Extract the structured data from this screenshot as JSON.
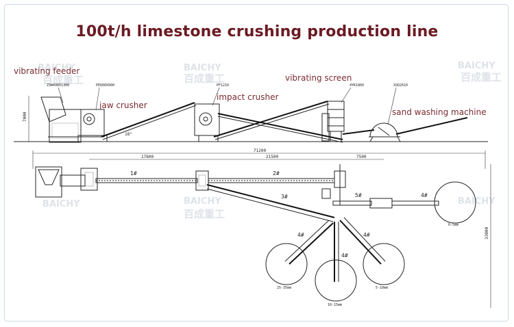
{
  "title": "100t/h limestone crushing production line",
  "labels": {
    "vibrating_feeder": "vibrating feeder",
    "jaw_crusher": "jaw crusher",
    "impact_crusher": "impact crusher",
    "vibrating_screen": "vibrating screen",
    "sand_washing_machine": "sand washing machine"
  },
  "model_codes": {
    "feeder": "ZSW490X1300",
    "jaw": "PE600X900",
    "impact": "PF1210",
    "screen": "4YK1860",
    "washer": "XSD2610"
  },
  "dimensions": {
    "height": "7000",
    "angle": "18°",
    "total": "71200",
    "seg1": "17600",
    "seg2": "21500",
    "seg3": "7500",
    "side": "33000"
  },
  "conveyors": {
    "c1": "1#",
    "c2": "2#",
    "c3": "3#",
    "c4a": "4#",
    "c4b": "4#",
    "c4c": "4#",
    "c4d": "4#",
    "c5": "5#"
  },
  "piles": {
    "p1": "0-5mm",
    "p2": "25-35mm",
    "p3": "10-15mm",
    "p4": "5-10mm"
  },
  "watermark": {
    "latin": "BAICHY",
    "cjk": "百成重工"
  },
  "colors": {
    "title": "#6b1a23",
    "label": "#7a2a30",
    "watermark": "#dfe3e8"
  }
}
